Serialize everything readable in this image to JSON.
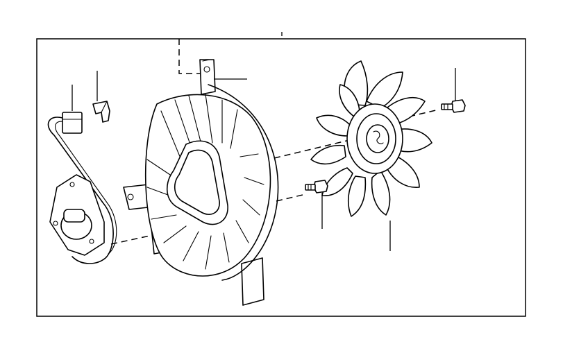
{
  "diagram": {
    "stroke_color": "#000000",
    "background": "#ffffff",
    "parts": [
      {
        "name": "wire-harness-with-connector"
      },
      {
        "name": "harness-clip"
      },
      {
        "name": "fan-motor"
      },
      {
        "name": "fan-shroud"
      },
      {
        "name": "fan-blade"
      },
      {
        "name": "upper-bolt"
      },
      {
        "name": "lower-bolt"
      }
    ]
  }
}
